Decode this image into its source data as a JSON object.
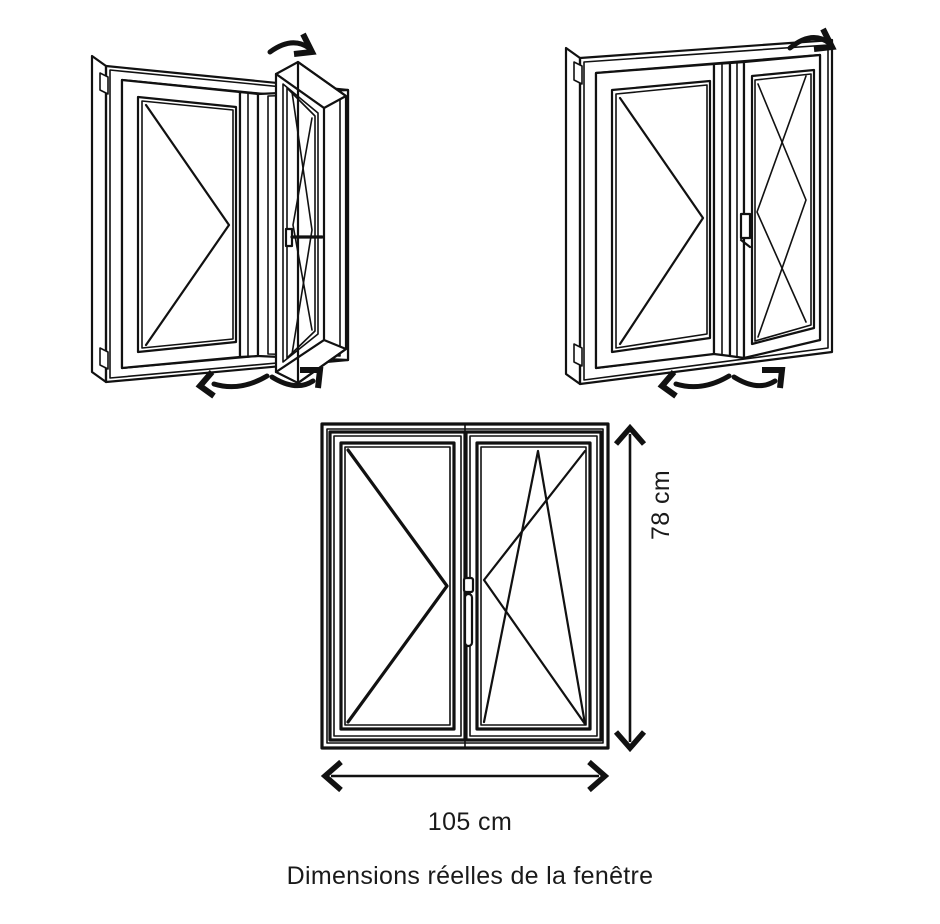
{
  "diagram": {
    "title_caption": "Dimensions réelles de la fenêtre",
    "width_dimension": "105 cm",
    "height_dimension": "78 cm",
    "line_color": "#111111",
    "background_color": "#ffffff",
    "views": [
      {
        "id": "iso-open",
        "name": "isometric-window-right-sash-open",
        "description": "Vue isométrique fenêtre deux vantaux, vantail droit ouvert",
        "sashes": [
          {
            "position": "left",
            "opening": "turn",
            "symbol": "triangle-right",
            "hinge_side": "left"
          },
          {
            "position": "right",
            "opening": "tilt-and-turn",
            "symbol": "triangle-and-vee",
            "hinge_side": "right",
            "handle": true
          }
        ],
        "rotation_arrows": [
          "top-right",
          "bottom-left",
          "bottom-right"
        ]
      },
      {
        "id": "iso-closed",
        "name": "isometric-window-closed",
        "description": "Vue isométrique fenêtre deux vantaux fermée",
        "sashes": [
          {
            "position": "left",
            "opening": "turn",
            "symbol": "triangle-right",
            "hinge_side": "left"
          },
          {
            "position": "right",
            "opening": "tilt-and-turn",
            "symbol": "triangle-and-vee",
            "hinge_side": "right",
            "handle": true
          }
        ],
        "rotation_arrows": [
          "top-right",
          "bottom-left",
          "bottom-right"
        ]
      },
      {
        "id": "elevation",
        "name": "front-elevation-window",
        "description": "Élévation frontale fenêtre deux vantaux avec cotes",
        "sashes": [
          {
            "position": "left",
            "opening": "turn",
            "symbol": "triangle-right",
            "hinge_side": "left"
          },
          {
            "position": "right",
            "opening": "tilt-and-turn",
            "symbol": "triangle-and-vee",
            "hinge_side": "right",
            "handle": true
          }
        ]
      }
    ]
  }
}
